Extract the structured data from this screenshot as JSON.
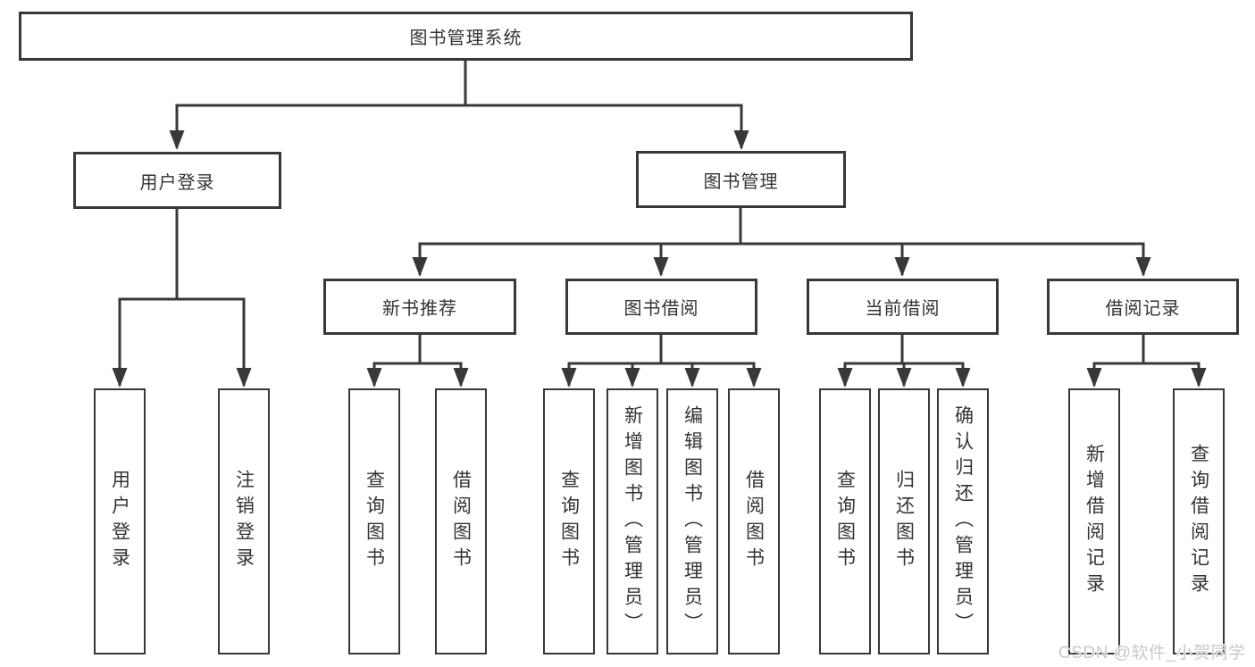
{
  "diagram": {
    "root": {
      "label": "图书管理系统"
    },
    "level2": [
      {
        "label": "用户登录"
      },
      {
        "label": "图书管理"
      }
    ],
    "level3": [
      {
        "label": "新书推荐"
      },
      {
        "label": "图书借阅"
      },
      {
        "label": "当前借阅"
      },
      {
        "label": "借阅记录"
      }
    ],
    "leaves": {
      "user_login": [
        {
          "label": "用户登录"
        },
        {
          "label": "注销登录"
        }
      ],
      "new_books": [
        {
          "label": "查询图书"
        },
        {
          "label": "借阅图书"
        }
      ],
      "book_borrow": [
        {
          "label": "查询图书"
        },
        {
          "label": "新增图书（管理员）"
        },
        {
          "label": "编辑图书（管理员）"
        },
        {
          "label": "借阅图书"
        }
      ],
      "current_borrow": [
        {
          "label": "查询图书"
        },
        {
          "label": "归还图书"
        },
        {
          "label": "确认归还（管理员）"
        }
      ],
      "borrow_records": [
        {
          "label": "新增借阅记录"
        },
        {
          "label": "查询借阅记录"
        }
      ]
    }
  },
  "watermark": {
    "text": "CSDN @软件_小贺同学"
  },
  "colors": {
    "line": "#383838",
    "box_border": "#383838",
    "text": "#333333",
    "background": "#ffffff",
    "watermark": "#c9c9c9"
  }
}
